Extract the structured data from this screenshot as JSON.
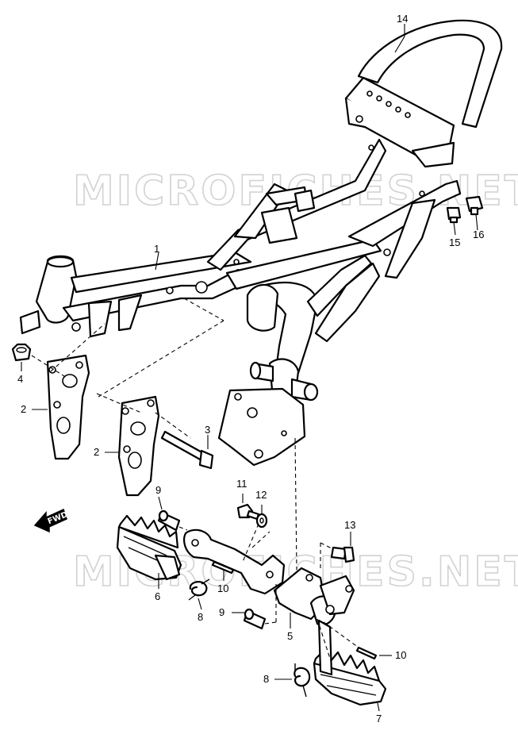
{
  "watermark": "MICROFICHES.NET",
  "fwd_label": "FWD",
  "callouts": [
    {
      "id": "c1",
      "label": "1"
    },
    {
      "id": "c2a",
      "label": "2"
    },
    {
      "id": "c2b",
      "label": "2"
    },
    {
      "id": "c3",
      "label": "3"
    },
    {
      "id": "c4",
      "label": "4"
    },
    {
      "id": "c5",
      "label": "5"
    },
    {
      "id": "c6",
      "label": "6"
    },
    {
      "id": "c7",
      "label": "7"
    },
    {
      "id": "c8a",
      "label": "8"
    },
    {
      "id": "c8b",
      "label": "8"
    },
    {
      "id": "c9a",
      "label": "9"
    },
    {
      "id": "c9b",
      "label": "9"
    },
    {
      "id": "c10a",
      "label": "10"
    },
    {
      "id": "c10b",
      "label": "10"
    },
    {
      "id": "c11",
      "label": "11"
    },
    {
      "id": "c12",
      "label": "12"
    },
    {
      "id": "c13",
      "label": "13"
    },
    {
      "id": "c14",
      "label": "14"
    },
    {
      "id": "c15",
      "label": "15"
    },
    {
      "id": "c16",
      "label": "16"
    }
  ]
}
